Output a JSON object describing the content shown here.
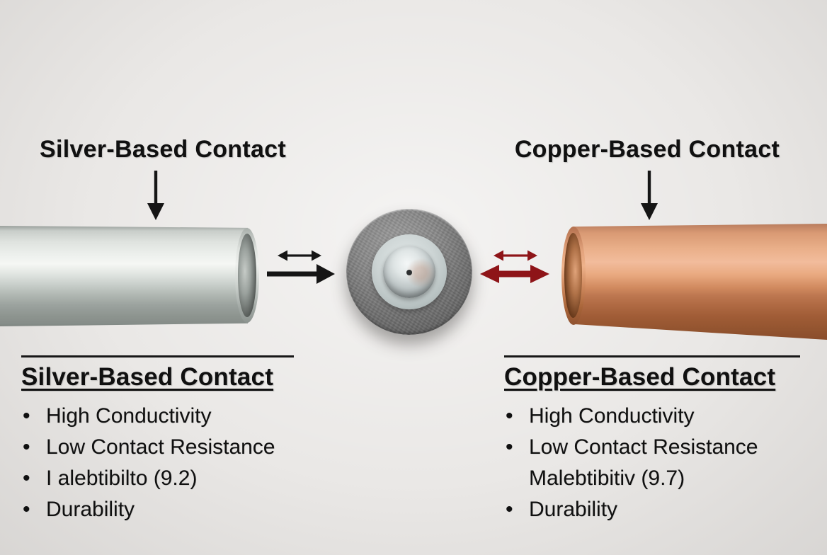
{
  "top_labels": {
    "left": "Silver-Based Contact",
    "right": "Copper-Based Contact"
  },
  "panels": {
    "left": {
      "heading": "Silver-Based Contact",
      "items": [
        {
          "marker": "•",
          "text": "High Conductivity"
        },
        {
          "marker": "•",
          "text": "Low Contact Resistance"
        },
        {
          "marker": "•",
          "text": "I alebtibilto (9.2)"
        },
        {
          "marker": "•",
          "text": "Durability"
        }
      ]
    },
    "right": {
      "heading": "Copper-Based Contact",
      "items": [
        {
          "marker": "•",
          "text": "High Conductivity"
        },
        {
          "marker": "•",
          "text": "Low Contact Resistance"
        },
        {
          "marker": "",
          "text": "Malebtibitiv (9.7)"
        },
        {
          "marker": "•",
          "text": "Durability"
        }
      ]
    }
  },
  "colors": {
    "arrow_black": "#151515",
    "arrow_red": "#8e1418",
    "text": "#101010",
    "background": "#eae8e6"
  }
}
